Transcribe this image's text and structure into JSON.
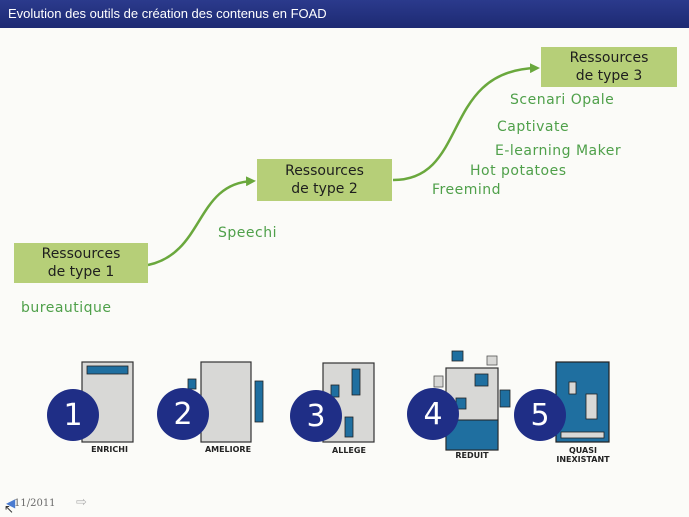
{
  "header": {
    "title": "Evolution des outils de création des contenus en FOAD"
  },
  "resources": [
    {
      "label": "Ressources\nde type 1"
    },
    {
      "label": "Ressources\nde type 2"
    },
    {
      "label": "Ressources\nde type 3"
    }
  ],
  "tools": {
    "level1": [
      "bureautique"
    ],
    "level2": [
      "Speechi"
    ],
    "level3": [
      "Freemind",
      "Hot potatoes",
      "E-learning Maker",
      "Captivate",
      "Scenari Opale"
    ]
  },
  "levels": [
    {
      "number": "1",
      "label": "ENRICHI"
    },
    {
      "number": "2",
      "label": "AMELIORE"
    },
    {
      "number": "3",
      "label": "ALLEGE"
    },
    {
      "number": "4",
      "label": "REDUIT"
    },
    {
      "number": "5",
      "label": "QUASI\nINEXISTANT"
    }
  ],
  "footer": {
    "date": "11/2011",
    "prev_icon": "prev-arrow-icon",
    "next_icon": "next-arrow-icon"
  },
  "colors": {
    "title_bar": "#1d2a73",
    "box_green": "#b6cf78",
    "tool_text": "#4fa04a",
    "circle_blue": "#1f2e86",
    "doc_blue": "#1f6fa0"
  }
}
